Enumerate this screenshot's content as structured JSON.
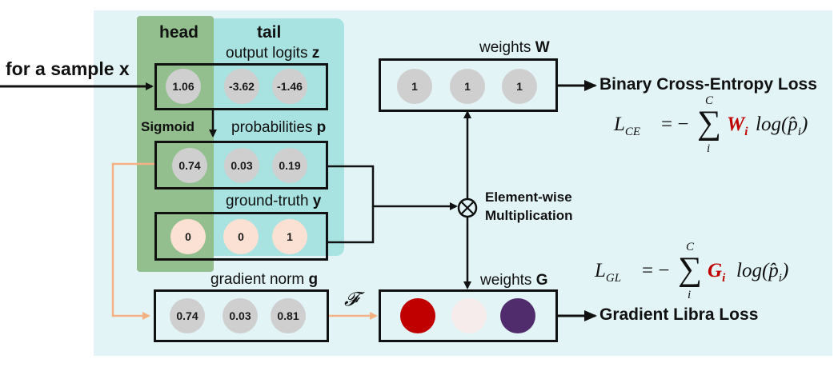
{
  "input": {
    "label": "for a sample ",
    "var": "x"
  },
  "groups": {
    "head": "head",
    "tail": "tail"
  },
  "rows": {
    "logits": {
      "label": "output logits ",
      "var": "z",
      "values": [
        "1.06",
        "-3.62",
        "-1.46"
      ]
    },
    "probs": {
      "label": "probabilities ",
      "var": "p",
      "values": [
        "0.74",
        "0.03",
        "0.19"
      ]
    },
    "gt": {
      "label": "ground-truth ",
      "var": "y",
      "values": [
        "0",
        "0",
        "1"
      ]
    },
    "gnorm": {
      "label": "gradient norm ",
      "var": "g",
      "values": [
        "0.74",
        "0.03",
        "0.81"
      ]
    }
  },
  "sigmoid_label": "Sigmoid",
  "weights_w": {
    "label": "weights ",
    "var": "W",
    "values": [
      "1",
      "1",
      "1"
    ]
  },
  "weights_g": {
    "label": "weights ",
    "var": "G",
    "colors": [
      "#c00000",
      "#f7ecec",
      "#512c6c"
    ]
  },
  "multiply": {
    "line1": "Element-wise",
    "line2": "Multiplication",
    "symbol": "⊗"
  },
  "mapping_symbol": "𝓕",
  "outputs": {
    "bce": "Binary Cross-Entropy Loss",
    "gl": "Gradient Libra Loss"
  },
  "formulas": {
    "ce": {
      "L": "L",
      "Lsub": "CE",
      "eq": "= −",
      "sum": "∑",
      "top": "C",
      "bottom": "i",
      "w": "W",
      "wsub": "i",
      "rest": "log(",
      "p": "p̂",
      "psub": "i",
      "close": ")"
    },
    "gl": {
      "L": "L",
      "Lsub": "GL",
      "eq": "= −",
      "sum": "∑",
      "top": "C",
      "bottom": "i",
      "w": "G",
      "wsub": "i",
      "rest": "log(",
      "p": "p̂",
      "psub": "i",
      "close": ")"
    }
  },
  "colors": {
    "panel": "#e3f4f6",
    "head": "#93bf8e",
    "tail": "#a8e3e1",
    "arrow_black": "#111111",
    "arrow_orange": "#f4b183",
    "formula_highlight": "#c00000",
    "gray_node": "#cfcfcf",
    "peach_node": "#fbe1d3"
  }
}
